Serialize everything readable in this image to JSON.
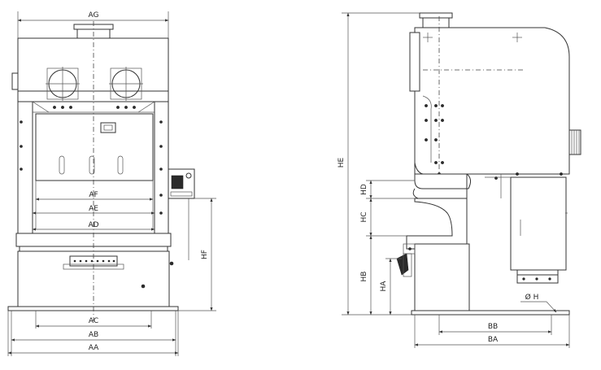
{
  "front_view": {
    "labels": {
      "AG": "AG",
      "AF": "AF",
      "AE": "AE",
      "AD": "AD",
      "AC": "AC",
      "AB": "AB",
      "AA": "AA",
      "HF": "HF"
    }
  },
  "side_view": {
    "labels": {
      "HE": "HE",
      "HD": "HD",
      "HC": "HC",
      "HB": "HB",
      "HA": "HA",
      "BB": "BB",
      "BA": "BA",
      "OH": "Ø H"
    }
  }
}
